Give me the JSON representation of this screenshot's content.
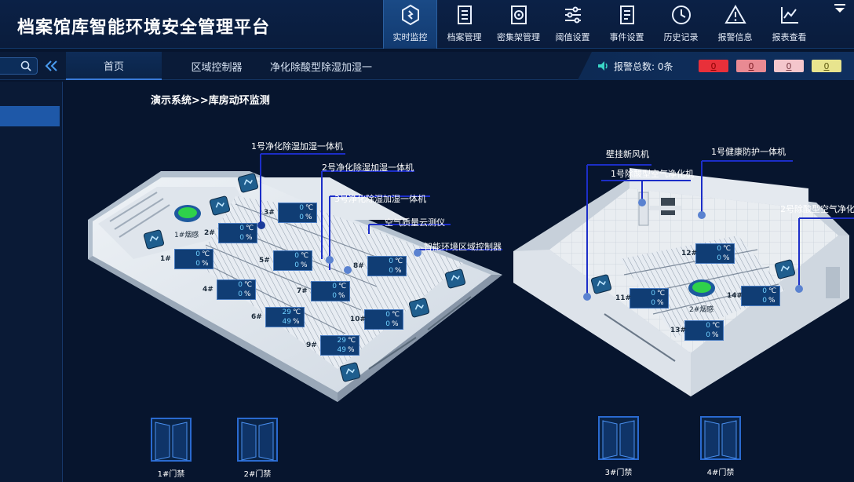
{
  "app": {
    "title": "档案馆库智能环境安全管理平台"
  },
  "nav": [
    {
      "label": "实时监控",
      "icon": "monitor-icon",
      "active": true
    },
    {
      "label": "档案管理",
      "icon": "archive-doc-icon"
    },
    {
      "label": "密集架管理",
      "icon": "shelf-cabinet-icon"
    },
    {
      "label": "阈值设置",
      "icon": "sliders-icon"
    },
    {
      "label": "事件设置",
      "icon": "event-doc-icon"
    },
    {
      "label": "历史记录",
      "icon": "clock-icon"
    },
    {
      "label": "报警信息",
      "icon": "warning-icon"
    },
    {
      "label": "报表查看",
      "icon": "report-chart-icon"
    }
  ],
  "tabs": [
    {
      "label": "首页",
      "active": true
    },
    {
      "label": "区域控制器"
    },
    {
      "label": "净化除酸型除湿加湿一"
    }
  ],
  "alarm": {
    "label": "报警总数:",
    "count": "0条",
    "badges": [
      {
        "value": "0",
        "bg": "#e8303a",
        "color": "#8a0000"
      },
      {
        "value": "0",
        "bg": "#e98a93",
        "color": "#7a1a22"
      },
      {
        "value": "0",
        "bg": "#f4c6cc",
        "color": "#7a3a44"
      },
      {
        "value": "0",
        "bg": "#e8e48e",
        "color": "#5e5a10"
      }
    ]
  },
  "breadcrumb": "演示系统>>库房动环监测",
  "left_room": {
    "callouts": [
      "1号净化除湿加湿一体机",
      "2号净化除湿加湿一体机",
      "3号净化除湿加湿一体机",
      "空气质量云测仪",
      "智能环境区域控制器"
    ],
    "smoke_label": "1#烟感",
    "sensors": [
      {
        "id": "1#",
        "temp": "0",
        "hum": "0"
      },
      {
        "id": "2#",
        "temp": "0",
        "hum": "0"
      },
      {
        "id": "3#",
        "temp": "0",
        "hum": "0"
      },
      {
        "id": "4#",
        "temp": "0",
        "hum": "0"
      },
      {
        "id": "5#",
        "temp": "0",
        "hum": "0"
      },
      {
        "id": "6#",
        "temp": "29",
        "hum": "49"
      },
      {
        "id": "7#",
        "temp": "0",
        "hum": "0"
      },
      {
        "id": "8#",
        "temp": "0",
        "hum": "0"
      },
      {
        "id": "9#",
        "temp": "29",
        "hum": "49"
      },
      {
        "id": "10#",
        "temp": "0",
        "hum": "0"
      }
    ]
  },
  "right_room": {
    "callouts": [
      "壁挂新风机",
      "1号除酸型空气净化机",
      "1号健康防护一体机",
      "2号除酸型空气净化"
    ],
    "smoke_label": "2#烟感",
    "sensors": [
      {
        "id": "11#",
        "temp": "0",
        "hum": "0"
      },
      {
        "id": "12#",
        "temp": "0",
        "hum": "0"
      },
      {
        "id": "13#",
        "temp": "0",
        "hum": "0"
      },
      {
        "id": "14#",
        "temp": "0",
        "hum": "0"
      }
    ]
  },
  "units": {
    "temp": "℃",
    "hum": "%"
  },
  "doors": [
    "1#门禁",
    "2#门禁",
    "3#门禁",
    "4#门禁"
  ],
  "colors": {
    "accent": "#1e58a8",
    "header_bg": "#0b2146",
    "page_bg": "#07152e",
    "sensor_value": "#6fd0ff"
  }
}
